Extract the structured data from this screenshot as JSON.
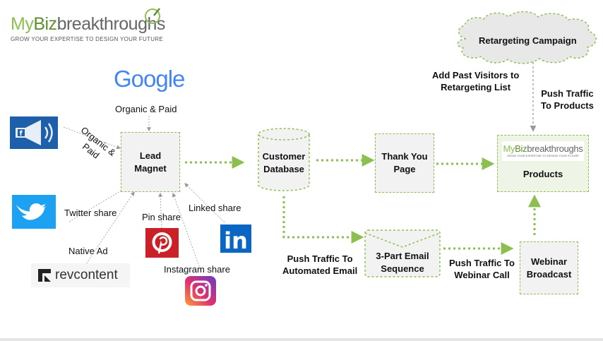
{
  "brand": {
    "logo_my": "My",
    "logo_biz": "Biz",
    "logo_rest": "breakthroughs",
    "tagline": "GROW YOUR EXPERTISE TO DESIGN YOUR FUTURE",
    "green": "#8cbf4f",
    "dark_green": "#5f8f2f"
  },
  "sources": {
    "google": "Google",
    "organic_paid_top": "Organic & Paid",
    "organic_paid_diag": "Organic & Paid",
    "twitter_share": "Twitter share",
    "native_ad": "Native Ad",
    "revcontent": "revcontent",
    "pin_share": "Pin share",
    "instagram_share": "Instagram share",
    "linked_share": "Linked share",
    "linkedin_logo": "in"
  },
  "nodes": {
    "lead_magnet_1": "Lead",
    "lead_magnet_2": "Magnet",
    "customer_db_1": "Customer",
    "customer_db_2": "Database",
    "thank_you_1": "Thank You",
    "thank_you_2": "Page",
    "products": "Products",
    "email_1": "3-Part Email",
    "email_2": "Sequence",
    "webinar_1": "Webinar",
    "webinar_2": "Broadcast",
    "retargeting": "Retargeting Campaign"
  },
  "edges": {
    "add_past_1": "Add Past Visitors to",
    "add_past_2": "Retargeting List",
    "push_products_1": "Push Traffic",
    "push_products_2": "To Products",
    "push_email_1": "Push Traffic To",
    "push_email_2": "Automated Email",
    "push_webinar_1": "Push Traffic To",
    "push_webinar_2": "Webinar Call"
  }
}
